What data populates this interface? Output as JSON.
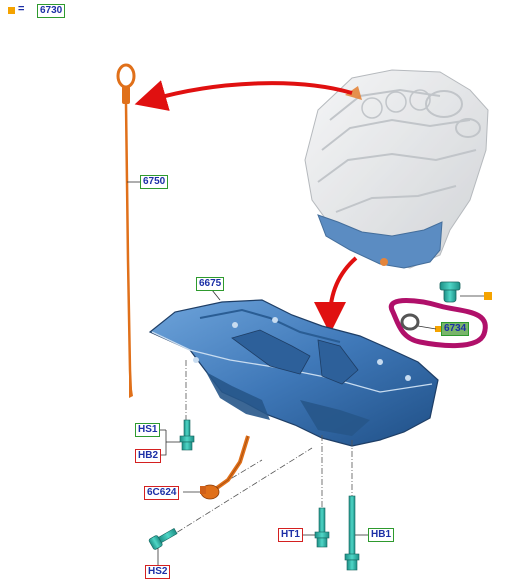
{
  "legend": {
    "equals": "=",
    "code": "6730",
    "marker_color": "#f5a300"
  },
  "labels": {
    "dipstick": "6750",
    "oil_pan": "6675",
    "drain_plug": "6734",
    "tube": "6C624",
    "hs1": "HS1",
    "hb2": "HB2",
    "hs2": "HS2",
    "ht1": "HT1",
    "hb1": "HB1"
  },
  "colors": {
    "arrow": "#e01010",
    "dipstick": "#e0701a",
    "pan": "#3f78b8",
    "bolt": "#2bb8a8",
    "highlight_ring": "#b0106a",
    "label_green": "#2e9a2e",
    "label_red": "#d42020"
  }
}
